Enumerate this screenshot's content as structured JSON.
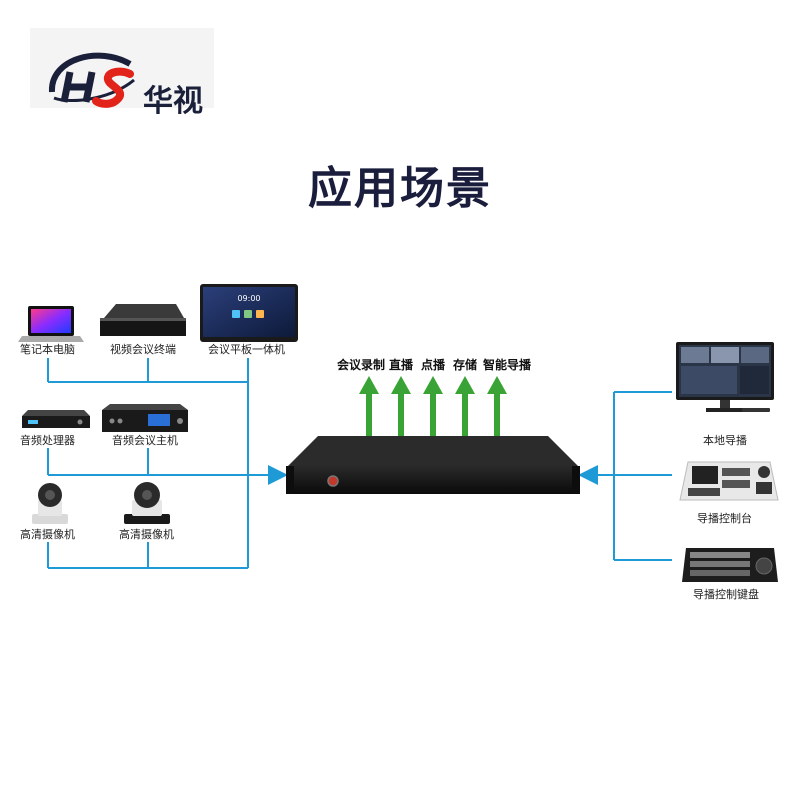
{
  "brand": {
    "logo_text": "华视"
  },
  "title": "应用场景",
  "colors": {
    "line": "#1e9bd7",
    "arrow_up": "#3aa335",
    "device": "#1a1a1a"
  },
  "outputs": [
    "会议录制",
    "直播",
    "点播",
    "存储",
    "智能导播"
  ],
  "left_devices": [
    {
      "label": "笔记本电脑",
      "icon": "laptop-icon"
    },
    {
      "label": "视频会议终端",
      "icon": "video-terminal-icon"
    },
    {
      "label": "会议平板一体机",
      "icon": "smart-panel-icon"
    },
    {
      "label": "音频处理器",
      "icon": "audio-processor-icon"
    },
    {
      "label": "音频会议主机",
      "icon": "audio-host-icon"
    },
    {
      "label": "高清摄像机",
      "icon": "ptz-camera-icon"
    },
    {
      "label": "高清摄像机",
      "icon": "ptz-camera-icon"
    }
  ],
  "right_devices": [
    {
      "label": "本地导播",
      "icon": "monitor-icon"
    },
    {
      "label": "导播控制台",
      "icon": "control-console-icon"
    },
    {
      "label": "导播控制键盘",
      "icon": "control-keyboard-icon"
    }
  ],
  "panel_clock": "09:00"
}
